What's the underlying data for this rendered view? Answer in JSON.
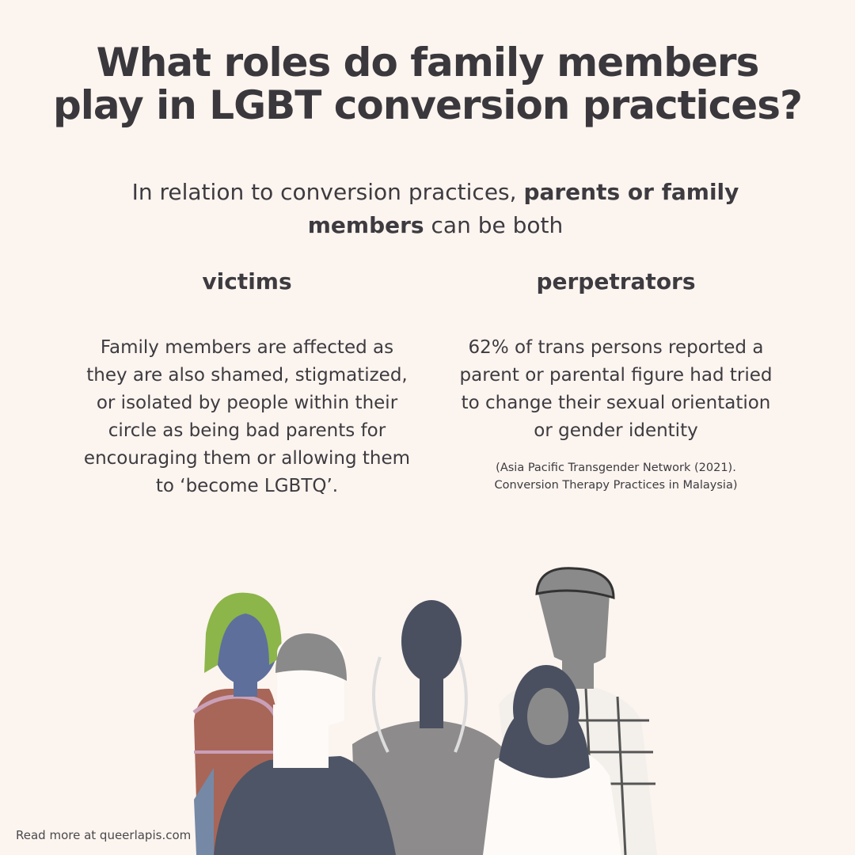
{
  "title": {
    "line1": "What roles do family members",
    "line2": "play in LGBT conversion practices?"
  },
  "intro": {
    "part1": "In relation to conversion practices, ",
    "bold": "parents or family members",
    "part2": " can be both"
  },
  "victims": {
    "heading": "victims",
    "body": "Family members are affected as they are also shamed, stigmatized, or isolated by people within their circle as being bad parents for encouraging them or allowing them to ‘become LGBTQ’."
  },
  "perpetrators": {
    "heading": "perpetrators",
    "body": "62% of trans persons reported a parent or parental figure had tried to change their sexual orientation or gender identity",
    "citation_line1": "(Asia Pacific Transgender Network (2021).",
    "citation_line2": "Conversion Therapy Practices in Malaysia)"
  },
  "footer": "Read more at queerlapis.com",
  "colors": {
    "background": "#fcf4ef",
    "text": "#3d3b40"
  }
}
